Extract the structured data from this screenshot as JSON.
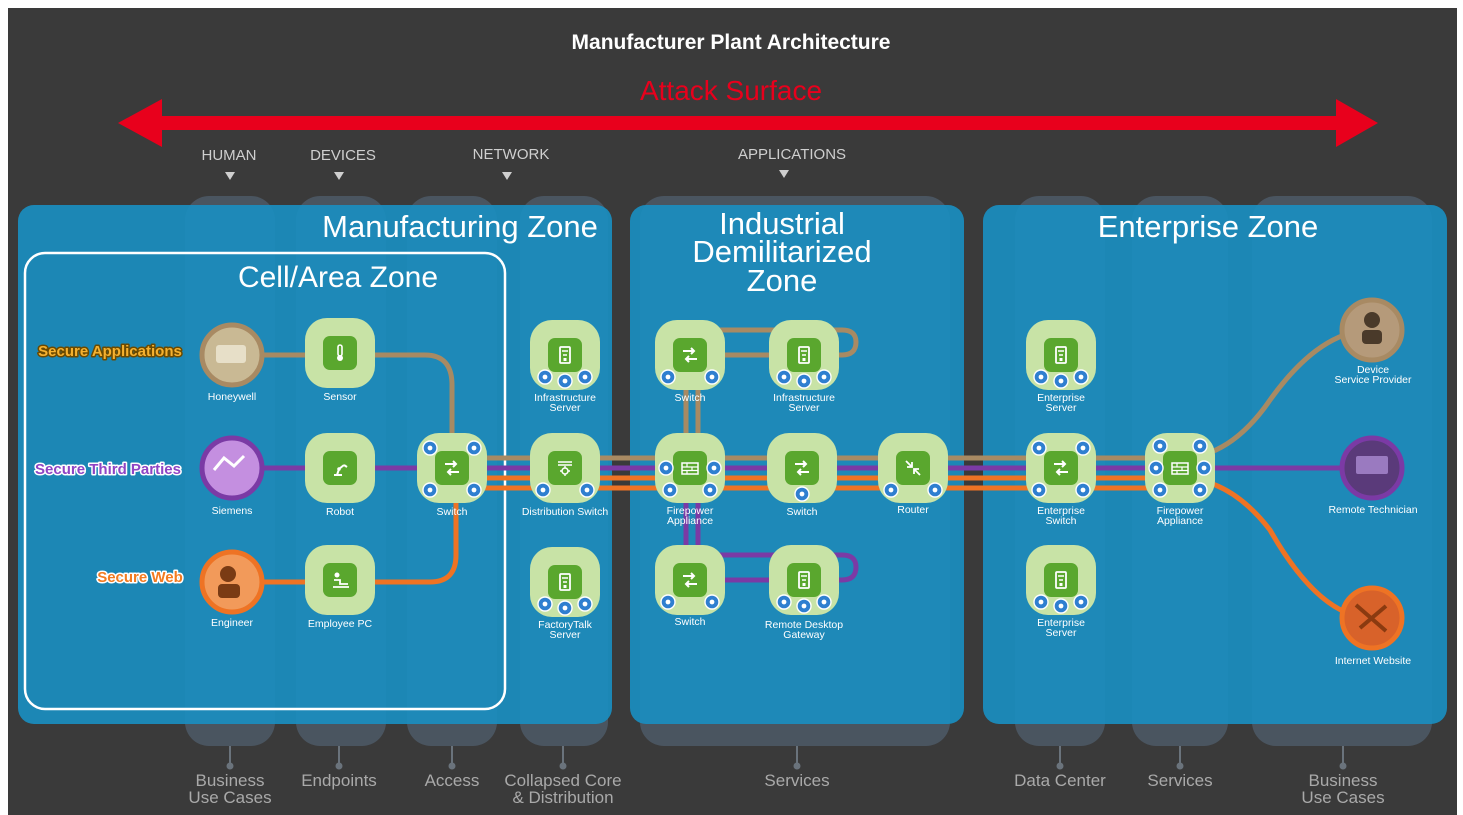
{
  "title": "Manufacturer Plant Architecture",
  "attack_surface": "Attack Surface",
  "column_headers": {
    "human": "HUMAN",
    "devices": "DEVICES",
    "network": "NETWORK",
    "applications": "APPLICATIONS"
  },
  "zones": {
    "manufacturing": "Manufacturing Zone",
    "cell_area": "Cell/Area Zone",
    "idmz_line1": "Industrial",
    "idmz_line2": "Demilitarized",
    "idmz_line3": "Zone",
    "enterprise": "Enterprise Zone"
  },
  "sources": {
    "secure_applications": "Secure Applications",
    "secure_third_parties": "Secure Third Parties",
    "secure_web": "Secure Web"
  },
  "nodes": {
    "honeywell": "Honeywell",
    "siemens": "Siemens",
    "engineer": "Engineer",
    "sensor": "Sensor",
    "robot": "Robot",
    "employee_pc": "Employee PC",
    "access_switch": "Switch",
    "infra_server_1_l1": "Infrastructure",
    "infra_server_1_l2": "Server",
    "distribution_switch": "Distribution Switch",
    "factorytalk_l1": "FactoryTalk",
    "factorytalk_l2": "Server",
    "idmz_switch_top": "Switch",
    "infra_server_2_l1": "Infrastructure",
    "infra_server_2_l2": "Server",
    "firepower_1_l1": "Firepower",
    "firepower_1_l2": "Appliance",
    "idmz_switch_mid": "Switch",
    "router": "Router",
    "idmz_switch_bottom": "Switch",
    "rdg_l1": "Remote Desktop",
    "rdg_l2": "Gateway",
    "ent_server_1_l1": "Enterprise",
    "ent_server_1_l2": "Server",
    "ent_switch_l1": "Enterprise",
    "ent_switch_l2": "Switch",
    "ent_server_2_l1": "Enterprise",
    "ent_server_2_l2": "Server",
    "firepower_2_l1": "Firepower",
    "firepower_2_l2": "Appliance",
    "device_sp_l1": "Device",
    "device_sp_l2": "Service Provider",
    "remote_technician": "Remote Technician",
    "internet_website": "Internet Website"
  },
  "bottom_labels": {
    "business_use_cases_l1": "Business",
    "business_use_cases_l2": "Use Cases",
    "endpoints": "Endpoints",
    "access": "Access",
    "collapsed_core_l1": "Collapsed Core",
    "collapsed_core_l2": "& Distribution",
    "services_idmz": "Services",
    "data_center": "Data Center",
    "services_ent": "Services",
    "business_use_cases_r_l1": "Business",
    "business_use_cases_r_l2": "Use Cases"
  },
  "icons": [
    "double-arrow-icon",
    "server-icon",
    "switch-icon",
    "sensor-icon",
    "robot-icon",
    "pc-icon",
    "firewall-icon",
    "router-icon",
    "person-photo-icon"
  ],
  "colors": {
    "background": "#3a3a3a",
    "zone_blue": "#1a8ec0",
    "attack_red": "#e8001c",
    "node_green": "#c8e3a6",
    "node_icon": "#5aa72e",
    "path_applications": "#a88a63",
    "path_third_parties": "#7b3aa5",
    "path_web": "#ee7324",
    "source_applications": "#f5b12f",
    "source_third_parties": "#8e44c4",
    "source_web": "#f27b21"
  }
}
